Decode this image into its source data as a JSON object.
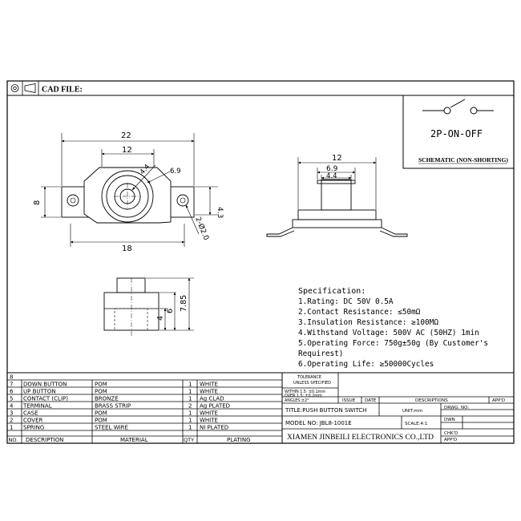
{
  "title_block": {
    "cad_file_label": "CAD FILE:",
    "tolerance": {
      "title_line1": "TOLERANCE",
      "title_line2": "UNLESS SPECIFIED",
      "line1": "WITHIN 1.5: ±0.1mm",
      "line2": "OVER 1.5: ±0.2mm",
      "line3": "ANGLES:±2°"
    },
    "revision_headers": {
      "issue": "ISSUE",
      "date": "DATE",
      "descriptions": "DESCRIPTIONS",
      "approved": "APP'D"
    },
    "title": "TITLE:PUSH BUTTON SWITCH",
    "unit": "UNIT:mm",
    "model": "MODEL NO: JBL8-1001E",
    "scale": "SCALE:4:1",
    "drawing_no": "DRWG. NO:",
    "drawn": "DWN",
    "checked": "CHK'D",
    "approved": "APP'D",
    "company": "XIAMEN JINBEILI ELECTRONICS CO.,LTD"
  },
  "schematic": {
    "circuit_label": "2P-ON-OFF",
    "caption": "SCHEMATIC (NON-SHORTING)"
  },
  "specification": {
    "heading": "Specification:",
    "lines": [
      "1.Rating: DC 50V 0.5A",
      "2.Contact Resistance: ≤50mΩ",
      "3.Insulation Resistance: ≥100MΩ",
      "4.Withstand Voltage: 500V AC (50HZ) 1min",
      "5.Operating Force: 750g±50g (By Customer's",
      "Requirest)",
      "6.Operating Life: ≥50000Cycles"
    ]
  },
  "dimensions": {
    "top_view": {
      "overall": "22",
      "boss": "12",
      "button": "4.4",
      "cover": "6.9",
      "height": "8",
      "tab_height": "4.3",
      "hole": "2-Ø2.0",
      "body": "18"
    },
    "side_view": {
      "width": "12",
      "cover": "6.9",
      "button": "4.4"
    },
    "front_view": {
      "overall_height": "7.85",
      "body_height": "6",
      "lower_height": "4"
    }
  },
  "bom": {
    "headers": {
      "no": "NO.",
      "description": "DESCRIPTION",
      "material": "MATERIAL",
      "qty": "QTY",
      "plating": "PLATING"
    },
    "empty_row_no": "8",
    "rows": [
      {
        "no": "7",
        "description": "DOWN BUTTON",
        "material": "POM",
        "qty": "1",
        "plating": "WHITE"
      },
      {
        "no": "6",
        "description": "UP BUTTON",
        "material": "POM",
        "qty": "1",
        "plating": "WHITE"
      },
      {
        "no": "5",
        "description": "CONTACT (CLIP)",
        "material": "BRONZE",
        "qty": "1",
        "plating": "Ag CLAD"
      },
      {
        "no": "4",
        "description": "TERMINAL",
        "material": "BRASS STRIP",
        "qty": "2",
        "plating": "Ag PLATED"
      },
      {
        "no": "3",
        "description": "CASE",
        "material": "POM",
        "qty": "1",
        "plating": "WHITE"
      },
      {
        "no": "2",
        "description": "COVER",
        "material": "POM",
        "qty": "1",
        "plating": "WHITE"
      },
      {
        "no": "1",
        "description": "SPRING",
        "material": "STEEL WIRE",
        "qty": "1",
        "plating": "NI PLATED"
      }
    ]
  }
}
